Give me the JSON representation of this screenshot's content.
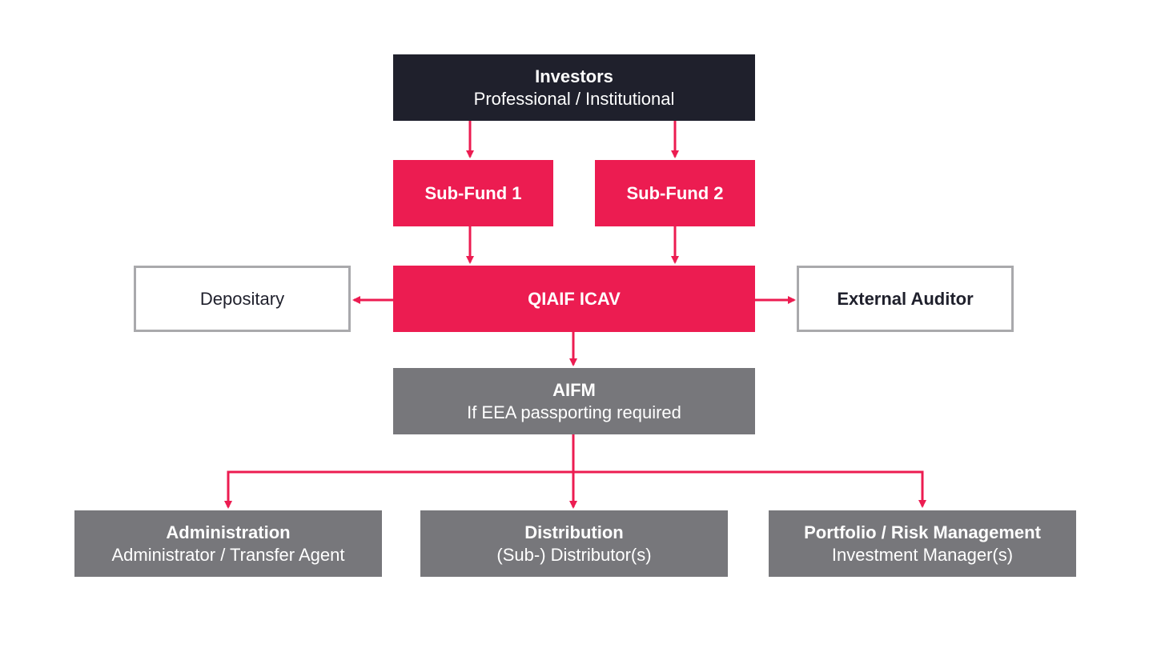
{
  "colors": {
    "dark": "#1f202c",
    "accent": "#ec1c51",
    "grey": "#77777b",
    "outline": "#a9a9ac"
  },
  "nodes": {
    "investors": {
      "title": "Investors",
      "subtitle": "Professional / Institutional"
    },
    "subfund1": {
      "title": "Sub-Fund 1"
    },
    "subfund2": {
      "title": "Sub-Fund 2"
    },
    "qiaif": {
      "title": "QIAIF ICAV"
    },
    "depositary": {
      "label": "Depositary"
    },
    "auditor": {
      "title": "External Auditor"
    },
    "aifm": {
      "title": "AIFM",
      "subtitle": "If EEA passporting required"
    },
    "administration": {
      "title": "Administration",
      "subtitle": "Administrator / Transfer Agent"
    },
    "distribution": {
      "title": "Distribution",
      "subtitle": "(Sub-) Distributor(s)"
    },
    "portfolio": {
      "title": "Portfolio / Risk Management",
      "subtitle": "Investment Manager(s)"
    }
  }
}
